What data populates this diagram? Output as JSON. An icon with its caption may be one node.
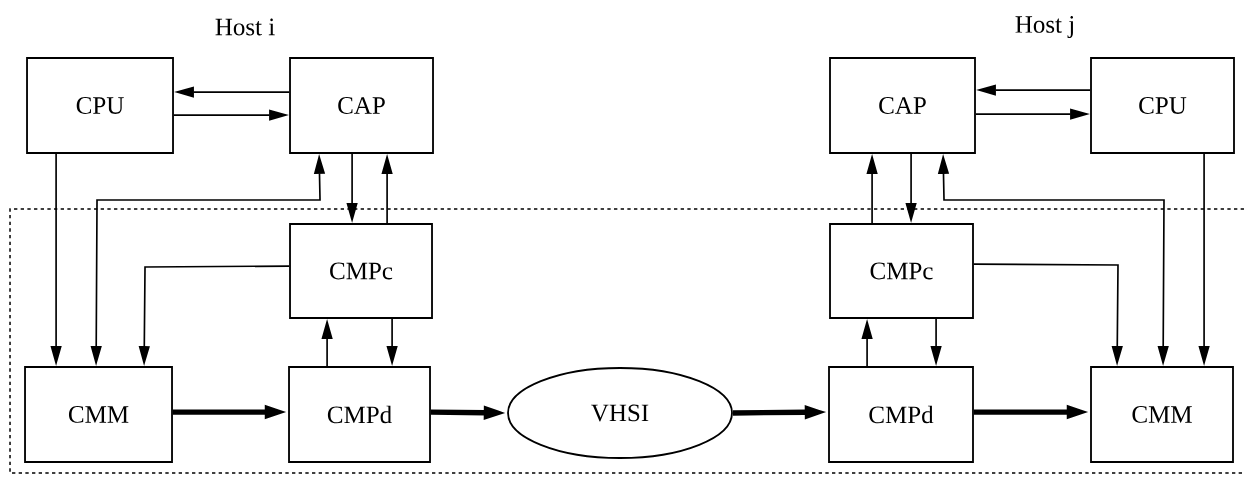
{
  "diagram": {
    "nodes": [
      {
        "text": [
          "CPU"
        ]
      },
      {
        "text": [
          "CAP"
        ]
      },
      {
        "text": [
          "CAP"
        ]
      },
      {
        "text": [
          "CPU"
        ]
      },
      {
        "text": [
          "CMPc"
        ]
      },
      {
        "text": [
          "CMPc"
        ]
      },
      {
        "text": [
          "CMM"
        ]
      },
      {
        "text": [
          "CMPd"
        ]
      },
      {
        "text": [
          "VHSI"
        ]
      },
      {
        "text": [
          "CMPd"
        ]
      },
      {
        "text": [
          "CMM"
        ]
      }
    ],
    "edges": [
      {
        "from": 1,
        "to": 0,
        "arrow": "to"
      },
      {
        "from": 0,
        "to": 1,
        "arrow": "to"
      },
      {
        "from": 0,
        "to": 6,
        "arrow": "to"
      },
      {
        "from": 6,
        "to": 1,
        "arrow": "both"
      },
      {
        "from": 4,
        "to": 6,
        "arrow": "to"
      },
      {
        "from": 1,
        "to": 4,
        "arrow": "to"
      },
      {
        "from": 4,
        "to": 1,
        "arrow": "to"
      },
      {
        "from": 7,
        "to": 4,
        "arrow": "to"
      },
      {
        "from": 4,
        "to": 7,
        "arrow": "to"
      },
      {
        "from": 6,
        "to": 7,
        "arrow": "to",
        "style": "thick"
      },
      {
        "from": 7,
        "to": 8,
        "arrow": "to",
        "style": "thick"
      },
      {
        "from": 8,
        "to": 9,
        "arrow": "to",
        "style": "thick"
      },
      {
        "from": 9,
        "to": 10,
        "arrow": "to",
        "style": "thick"
      },
      {
        "from": 3,
        "to": 2,
        "arrow": "to"
      },
      {
        "from": 2,
        "to": 3,
        "arrow": "to"
      },
      {
        "from": 5,
        "to": 2,
        "arrow": "to"
      },
      {
        "from": 2,
        "to": 5,
        "arrow": "to"
      },
      {
        "from": 9,
        "to": 5,
        "arrow": "to"
      },
      {
        "from": 5,
        "to": 9,
        "arrow": "to"
      },
      {
        "from": 5,
        "to": 10,
        "arrow": "to"
      },
      {
        "from": 2,
        "to": 10,
        "arrow": "both"
      },
      {
        "from": 3,
        "to": 10,
        "arrow": "to"
      }
    ],
    "labels": [
      "Host i",
      "Host j"
    ]
  }
}
